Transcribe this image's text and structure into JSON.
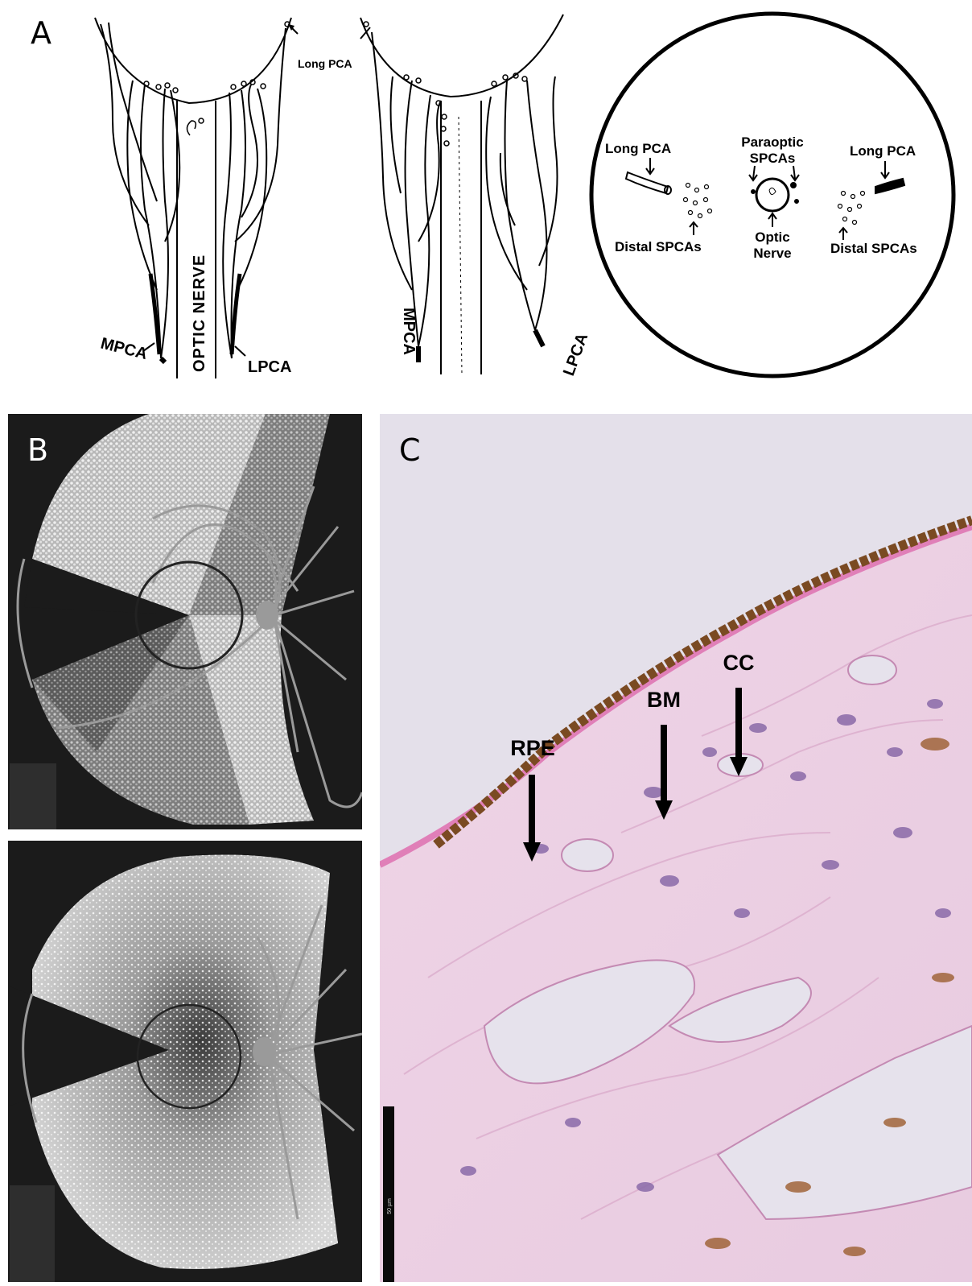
{
  "panel_letters": {
    "a": "A",
    "b": "B",
    "c": "C"
  },
  "panel_a": {
    "left_drawing": {
      "long_pca": "Long PCA",
      "optic_nerve": "OPTIC NERVE",
      "mpca": "MPCA",
      "lpca": "LPCA"
    },
    "middle_drawing": {
      "mpca": "MPCA",
      "lpca": "LPCA"
    },
    "cross_section": {
      "long_pca_left": "Long PCA",
      "long_pca_right": "Long PCA",
      "paraoptic_line1": "Paraoptic",
      "paraoptic_line2": "SPCAs",
      "optic_line1": "Optic",
      "optic_line2": "Nerve",
      "distal_left": "Distal SPCAs",
      "distal_right": "Distal SPCAs"
    }
  },
  "panel_c": {
    "rpe": "RPE",
    "bm": "BM",
    "cc": "CC",
    "scale_bar": "50 µm"
  },
  "colors": {
    "stain_pink": "#d98cbe",
    "pigment_brown": "#7a4a22",
    "nuclei_purple": "#8a6aa8",
    "background_lavender": "#e4e0ea"
  }
}
